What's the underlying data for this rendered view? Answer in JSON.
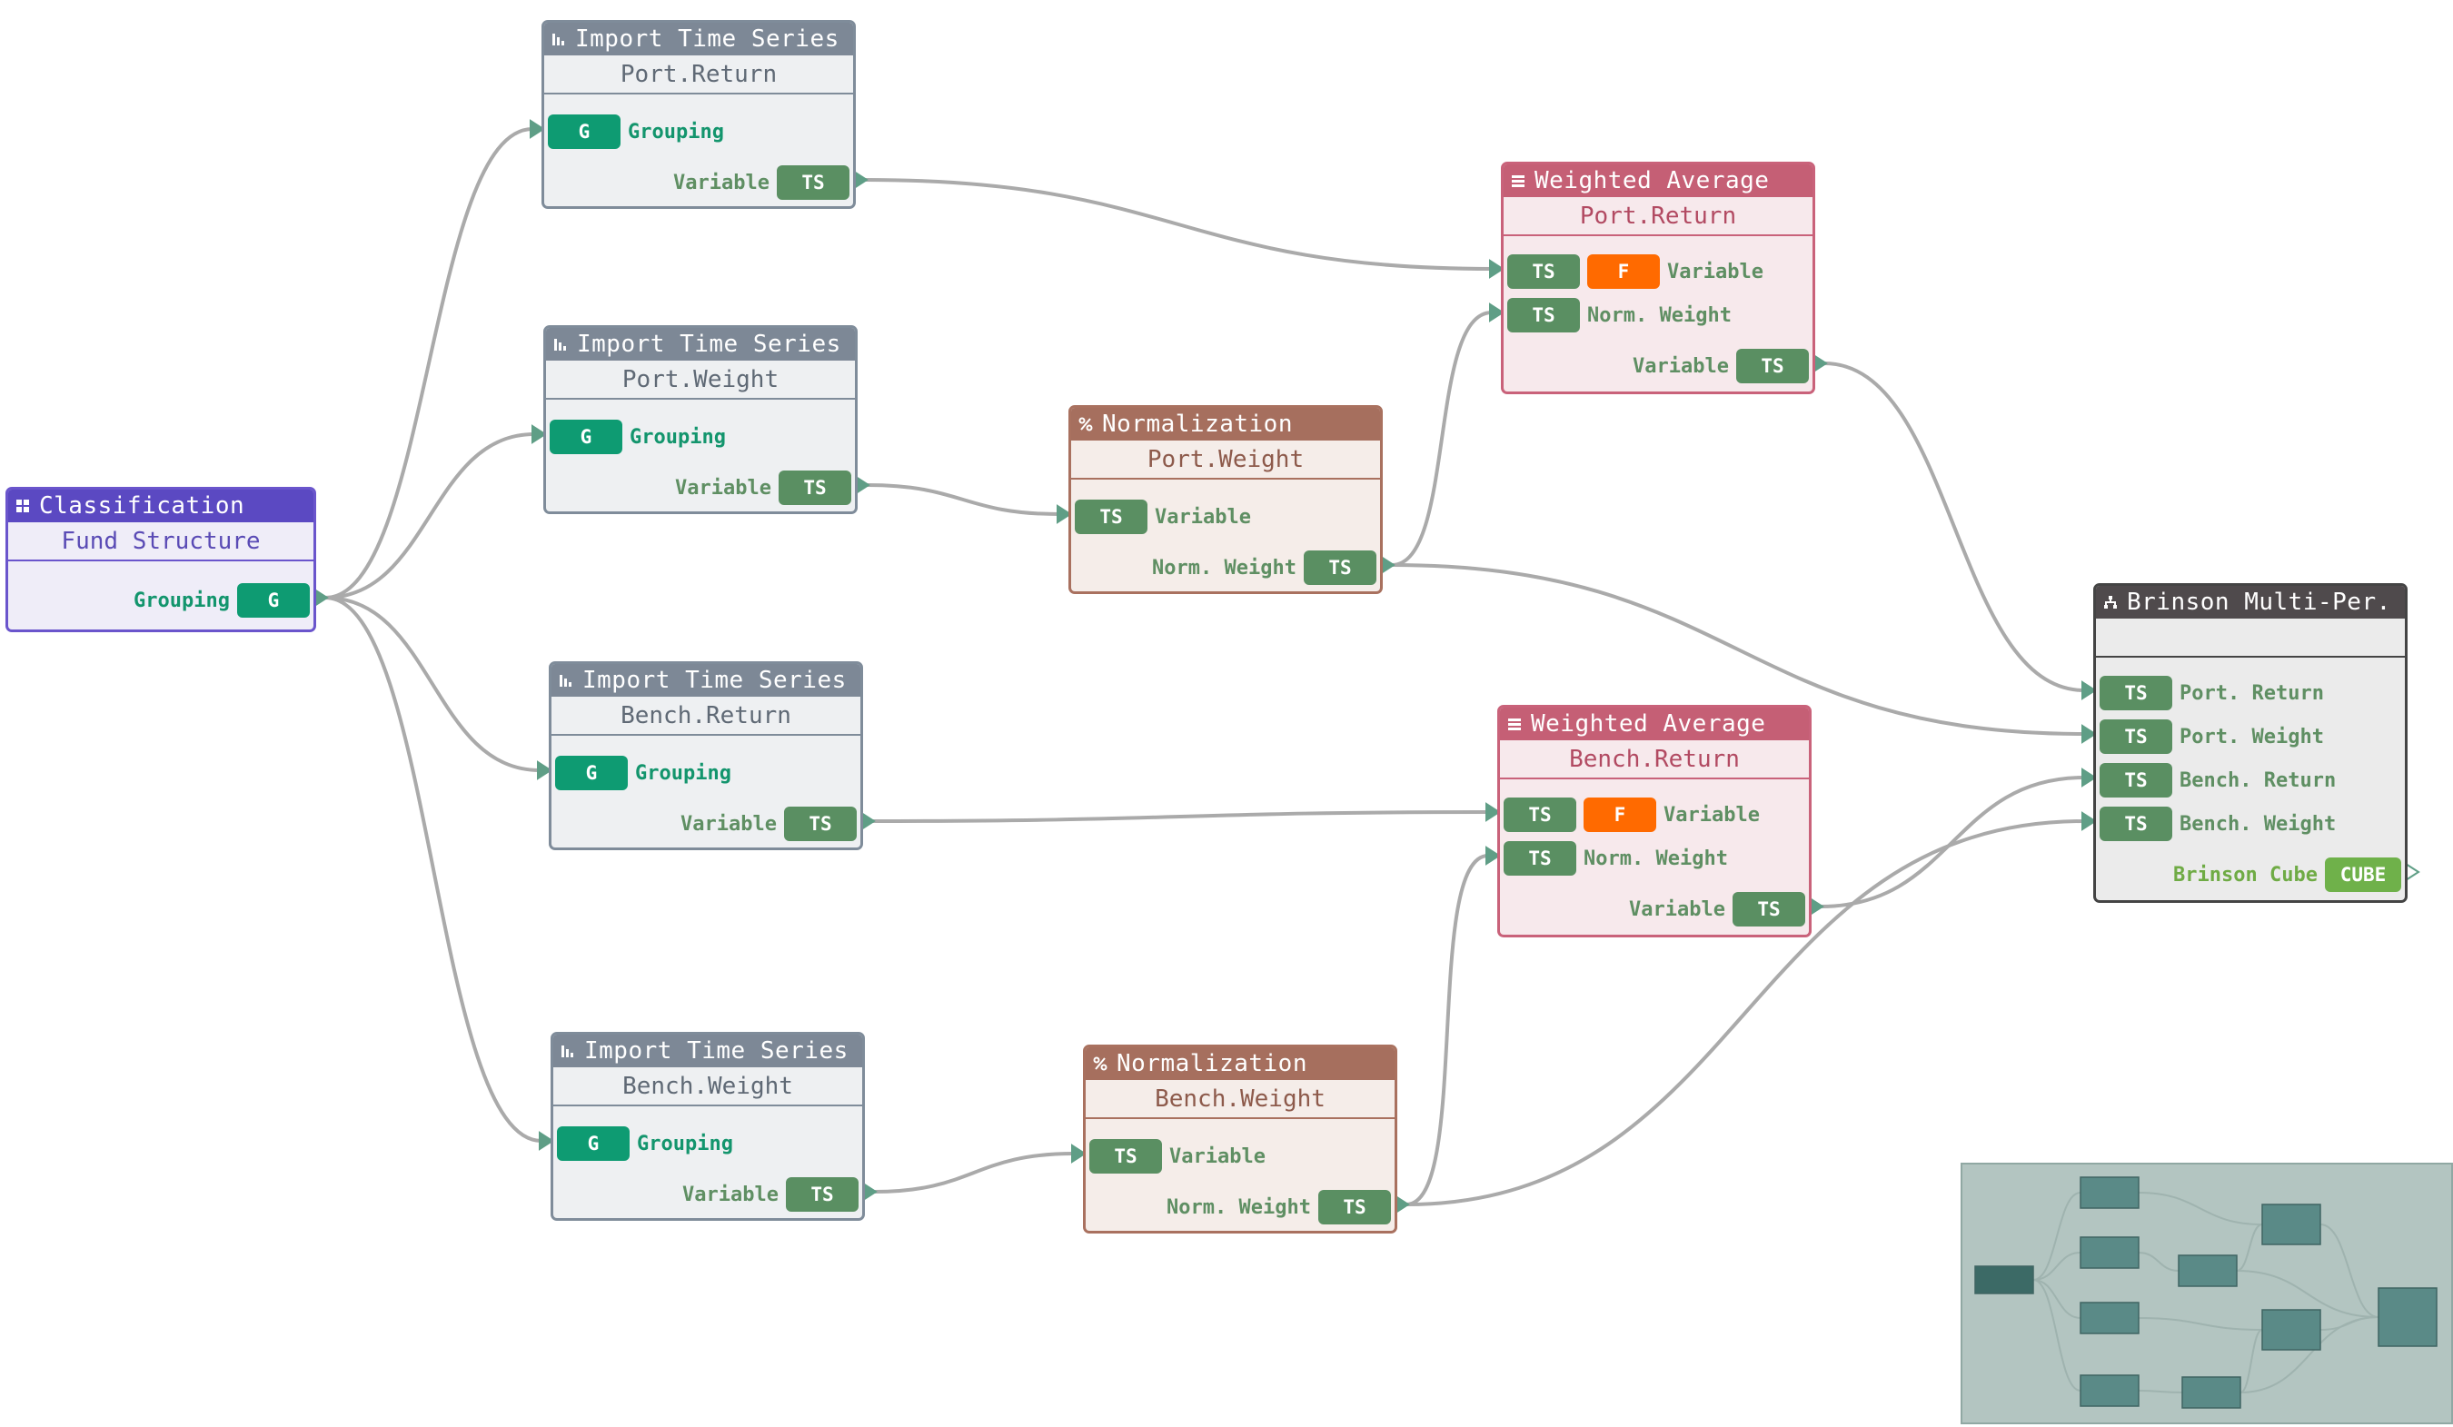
{
  "colors": {
    "classification": {
      "border": "#6a55cc",
      "header": "#5b49c2",
      "body": "#efedf8",
      "subtitle": "#5a4bb5"
    },
    "import": {
      "border": "#7f8c9a",
      "header": "#7d8896",
      "body": "#eef0f2",
      "subtitle": "#5f6975"
    },
    "normalization": {
      "border": "#a9715f",
      "header": "#a66f5e",
      "body": "#f5ede9",
      "subtitle": "#8d5a4b"
    },
    "weighted": {
      "border": "#c9627a",
      "header": "#c55f75",
      "body": "#f7e9ec",
      "subtitle": "#b24a62"
    },
    "brinson": {
      "border": "#444444",
      "header": "#4f4a4c",
      "body": "#ebebeb",
      "subtitle": "#333333"
    },
    "edge": "#aaaaaa",
    "port_arrow": "#5f9e86"
  },
  "nodes": [
    {
      "id": "classification",
      "kind": "classification",
      "icon": "grid-icon",
      "title": "Classification",
      "subtitle": "Fund Structure",
      "inputs": [],
      "outputs": [
        {
          "label": "Grouping",
          "type": "G"
        }
      ]
    },
    {
      "id": "import_port_return",
      "kind": "import",
      "icon": "bar-chart-icon",
      "title": "Import Time Series",
      "subtitle": "Port.Return",
      "inputs": [
        {
          "label": "Grouping",
          "type": "G"
        }
      ],
      "outputs": [
        {
          "label": "Variable",
          "type": "TS"
        }
      ]
    },
    {
      "id": "import_port_weight",
      "kind": "import",
      "icon": "bar-chart-icon",
      "title": "Import Time Series",
      "subtitle": "Port.Weight",
      "inputs": [
        {
          "label": "Grouping",
          "type": "G"
        }
      ],
      "outputs": [
        {
          "label": "Variable",
          "type": "TS"
        }
      ]
    },
    {
      "id": "import_bench_return",
      "kind": "import",
      "icon": "bar-chart-icon",
      "title": "Import Time Series",
      "subtitle": "Bench.Return",
      "inputs": [
        {
          "label": "Grouping",
          "type": "G"
        }
      ],
      "outputs": [
        {
          "label": "Variable",
          "type": "TS"
        }
      ]
    },
    {
      "id": "import_bench_weight",
      "kind": "import",
      "icon": "bar-chart-icon",
      "title": "Import Time Series",
      "subtitle": "Bench.Weight",
      "inputs": [
        {
          "label": "Grouping",
          "type": "G"
        }
      ],
      "outputs": [
        {
          "label": "Variable",
          "type": "TS"
        }
      ]
    },
    {
      "id": "norm_port_weight",
      "kind": "normalization",
      "icon": "percent-icon",
      "title": "Normalization",
      "subtitle": "Port.Weight",
      "inputs": [
        {
          "label": "Variable",
          "type": "TS"
        }
      ],
      "outputs": [
        {
          "label": "Norm. Weight",
          "type": "TS"
        }
      ]
    },
    {
      "id": "norm_bench_weight",
      "kind": "normalization",
      "icon": "percent-icon",
      "title": "Normalization",
      "subtitle": "Bench.Weight",
      "inputs": [
        {
          "label": "Variable",
          "type": "TS"
        }
      ],
      "outputs": [
        {
          "label": "Norm. Weight",
          "type": "TS"
        }
      ]
    },
    {
      "id": "wavg_port_return",
      "kind": "weighted",
      "icon": "list-icon",
      "title": "Weighted Average",
      "subtitle": "Port.Return",
      "inputs": [
        {
          "label": "Variable",
          "type": "TS",
          "extra": "F"
        },
        {
          "label": "Norm. Weight",
          "type": "TS"
        }
      ],
      "outputs": [
        {
          "label": "Variable",
          "type": "TS"
        }
      ]
    },
    {
      "id": "wavg_bench_return",
      "kind": "weighted",
      "icon": "list-icon",
      "title": "Weighted Average",
      "subtitle": "Bench.Return",
      "inputs": [
        {
          "label": "Variable",
          "type": "TS",
          "extra": "F"
        },
        {
          "label": "Norm. Weight",
          "type": "TS"
        }
      ],
      "outputs": [
        {
          "label": "Variable",
          "type": "TS"
        }
      ]
    },
    {
      "id": "brinson",
      "kind": "brinson",
      "icon": "hierarchy-icon",
      "title": "Brinson Multi-Per.",
      "subtitle": "",
      "inputs": [
        {
          "label": "Port. Return",
          "type": "TS"
        },
        {
          "label": "Port. Weight",
          "type": "TS"
        },
        {
          "label": "Bench. Return",
          "type": "TS"
        },
        {
          "label": "Bench. Weight",
          "type": "TS"
        }
      ],
      "outputs": [
        {
          "label": "Brinson Cube",
          "type": "CUBE"
        }
      ]
    }
  ],
  "edges": [
    {
      "from": "classification",
      "out": 0,
      "to": "import_port_return",
      "in": 0
    },
    {
      "from": "classification",
      "out": 0,
      "to": "import_port_weight",
      "in": 0
    },
    {
      "from": "classification",
      "out": 0,
      "to": "import_bench_return",
      "in": 0
    },
    {
      "from": "classification",
      "out": 0,
      "to": "import_bench_weight",
      "in": 0
    },
    {
      "from": "import_port_return",
      "out": 0,
      "to": "wavg_port_return",
      "in": 0
    },
    {
      "from": "import_port_weight",
      "out": 0,
      "to": "norm_port_weight",
      "in": 0
    },
    {
      "from": "import_bench_return",
      "out": 0,
      "to": "wavg_bench_return",
      "in": 0
    },
    {
      "from": "import_bench_weight",
      "out": 0,
      "to": "norm_bench_weight",
      "in": 0
    },
    {
      "from": "norm_port_weight",
      "out": 0,
      "to": "wavg_port_return",
      "in": 1
    },
    {
      "from": "norm_port_weight",
      "out": 0,
      "to": "brinson",
      "in": 1
    },
    {
      "from": "norm_bench_weight",
      "out": 0,
      "to": "wavg_bench_return",
      "in": 1
    },
    {
      "from": "norm_bench_weight",
      "out": 0,
      "to": "brinson",
      "in": 3
    },
    {
      "from": "wavg_port_return",
      "out": 0,
      "to": "brinson",
      "in": 0
    },
    {
      "from": "wavg_bench_return",
      "out": 0,
      "to": "brinson",
      "in": 2
    }
  ],
  "minimap": {
    "fill": "#5a8a87",
    "active_fill": "#3c6a66",
    "active_node": "classification"
  }
}
